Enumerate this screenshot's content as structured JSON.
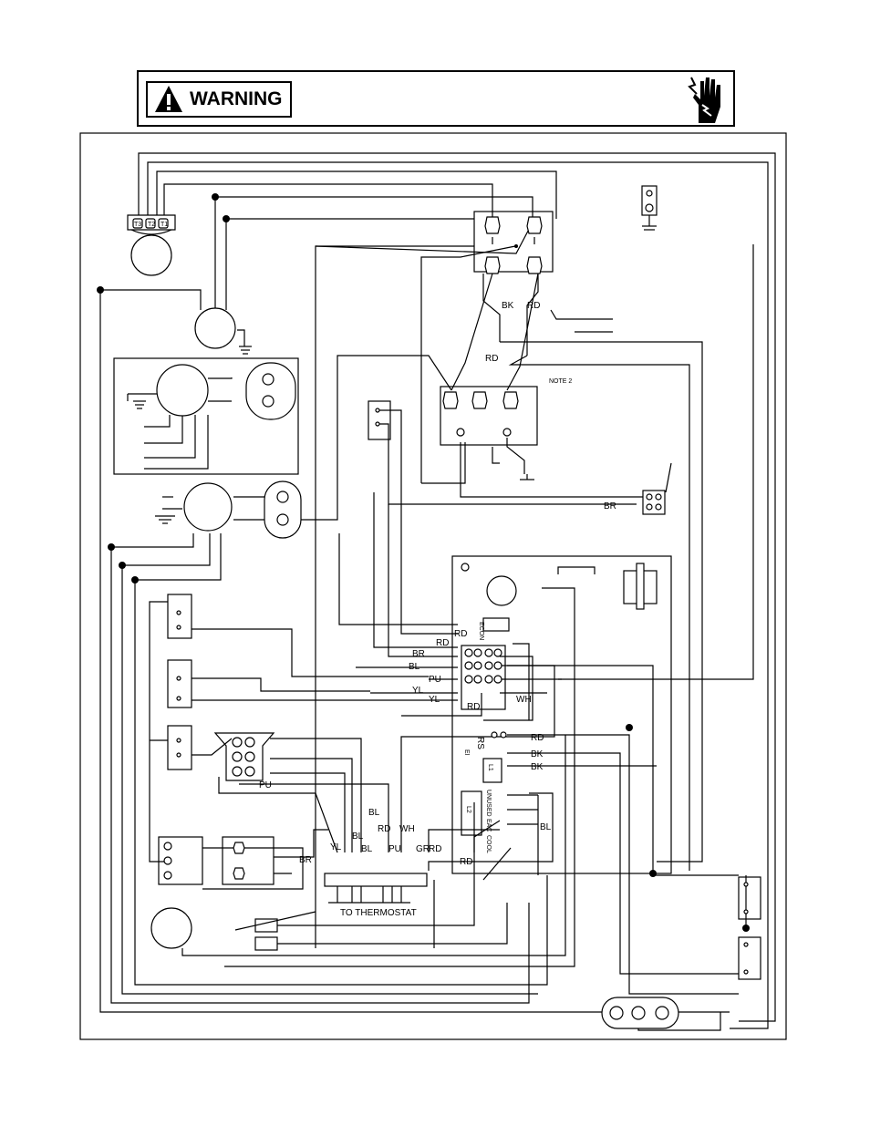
{
  "banner": {
    "warning_label": "WARNING",
    "icons": [
      "warning-triangle-icon",
      "electric-shock-hand-icon"
    ]
  },
  "terminals": {
    "t3": "T3",
    "t2": "T2",
    "t1": "T1"
  },
  "wire_labels": {
    "bk_top": "BK",
    "rd_top": "RD",
    "rd_mid": "RD",
    "note2": "NOTE 2",
    "br_right": "BR",
    "rd_a": "RD",
    "rd_b": "RD",
    "br_a": "BR",
    "bl_a": "BL",
    "pu_a": "PU",
    "yl_a": "YL",
    "yl_b": "YL",
    "rd_c": "RD",
    "wh_a": "WH",
    "rd_d": "RD",
    "bk_a": "BK",
    "bk_b": "BK",
    "bl_b": "BL",
    "rd_e": "RD",
    "pu_b": "PU",
    "bl_c": "BL",
    "bl_d": "BL",
    "rd_f": "RD",
    "wh_b": "WH",
    "br_b": "BR",
    "yl_c": "YL",
    "bl_e": "BL",
    "pu_c": "PU",
    "gr": "GR",
    "rd_g": "RD"
  },
  "board_labels": {
    "rs": "RS",
    "ei": "EI",
    "l1": "L1",
    "l2": "L2",
    "unused": "UNUSED",
    "eac": "EAC",
    "cool": "COOL",
    "econ": "ECON"
  },
  "thermostat": {
    "label": "TO THERMOSTAT"
  }
}
